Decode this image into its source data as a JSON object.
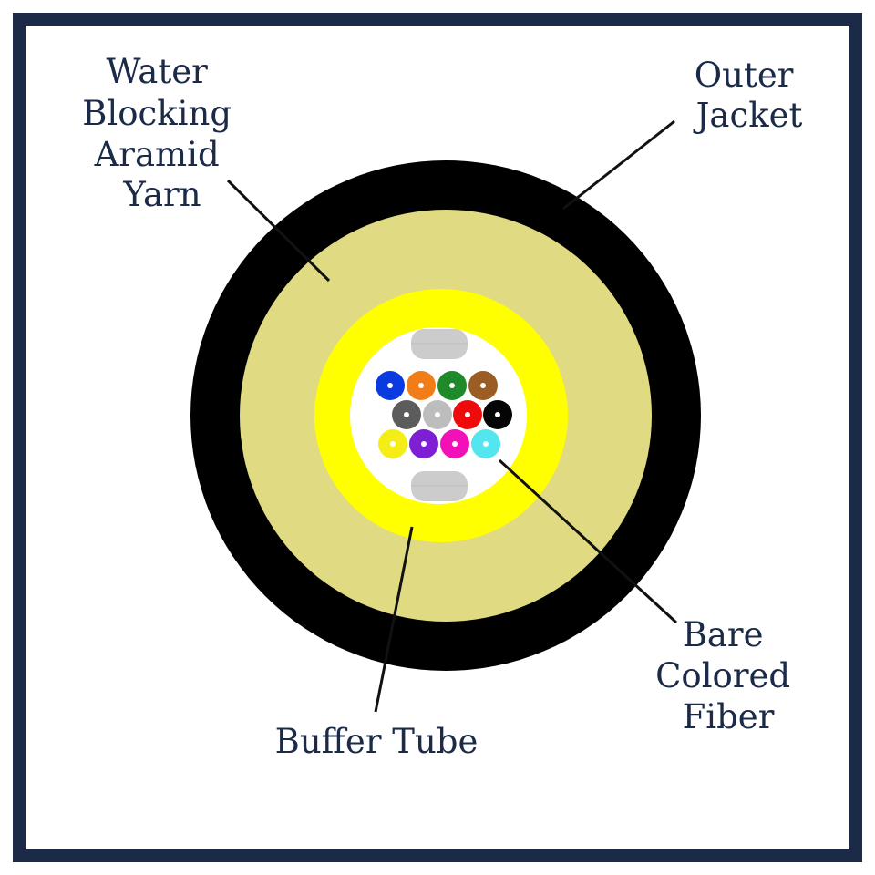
{
  "labels": {
    "water_blocking": [
      "Water",
      "Blocking",
      "Aramid",
      "Yarn"
    ],
    "outer_jacket": [
      "Outer",
      "Jacket"
    ],
    "bare_colored_fiber": [
      "Bare",
      "Colored",
      "Fiber"
    ],
    "buffer_tube": "Buffer Tube"
  },
  "colors": {
    "frame": "#1b2a47",
    "jacket": "#000000",
    "aramid_yarn": "#e0db82",
    "buffer_tube": "#ffff00",
    "tube_interior": "#ffffff",
    "strength_member": "#cccccc",
    "leader_line": "#111111"
  },
  "fibers": [
    {
      "name": "blue",
      "color": "#0a3be0"
    },
    {
      "name": "orange",
      "color": "#f07d17"
    },
    {
      "name": "green",
      "color": "#1e8a2a"
    },
    {
      "name": "brown",
      "color": "#9a5e25"
    },
    {
      "name": "slate",
      "color": "#5c5c5c"
    },
    {
      "name": "white",
      "color": "#bdbdbd"
    },
    {
      "name": "red",
      "color": "#ee0b0b"
    },
    {
      "name": "black",
      "color": "#050505"
    },
    {
      "name": "yellow",
      "color": "#f5ee16"
    },
    {
      "name": "violet",
      "color": "#7e1fd6"
    },
    {
      "name": "rose",
      "color": "#f211b8"
    },
    {
      "name": "aqua",
      "color": "#53e6ee"
    }
  ]
}
